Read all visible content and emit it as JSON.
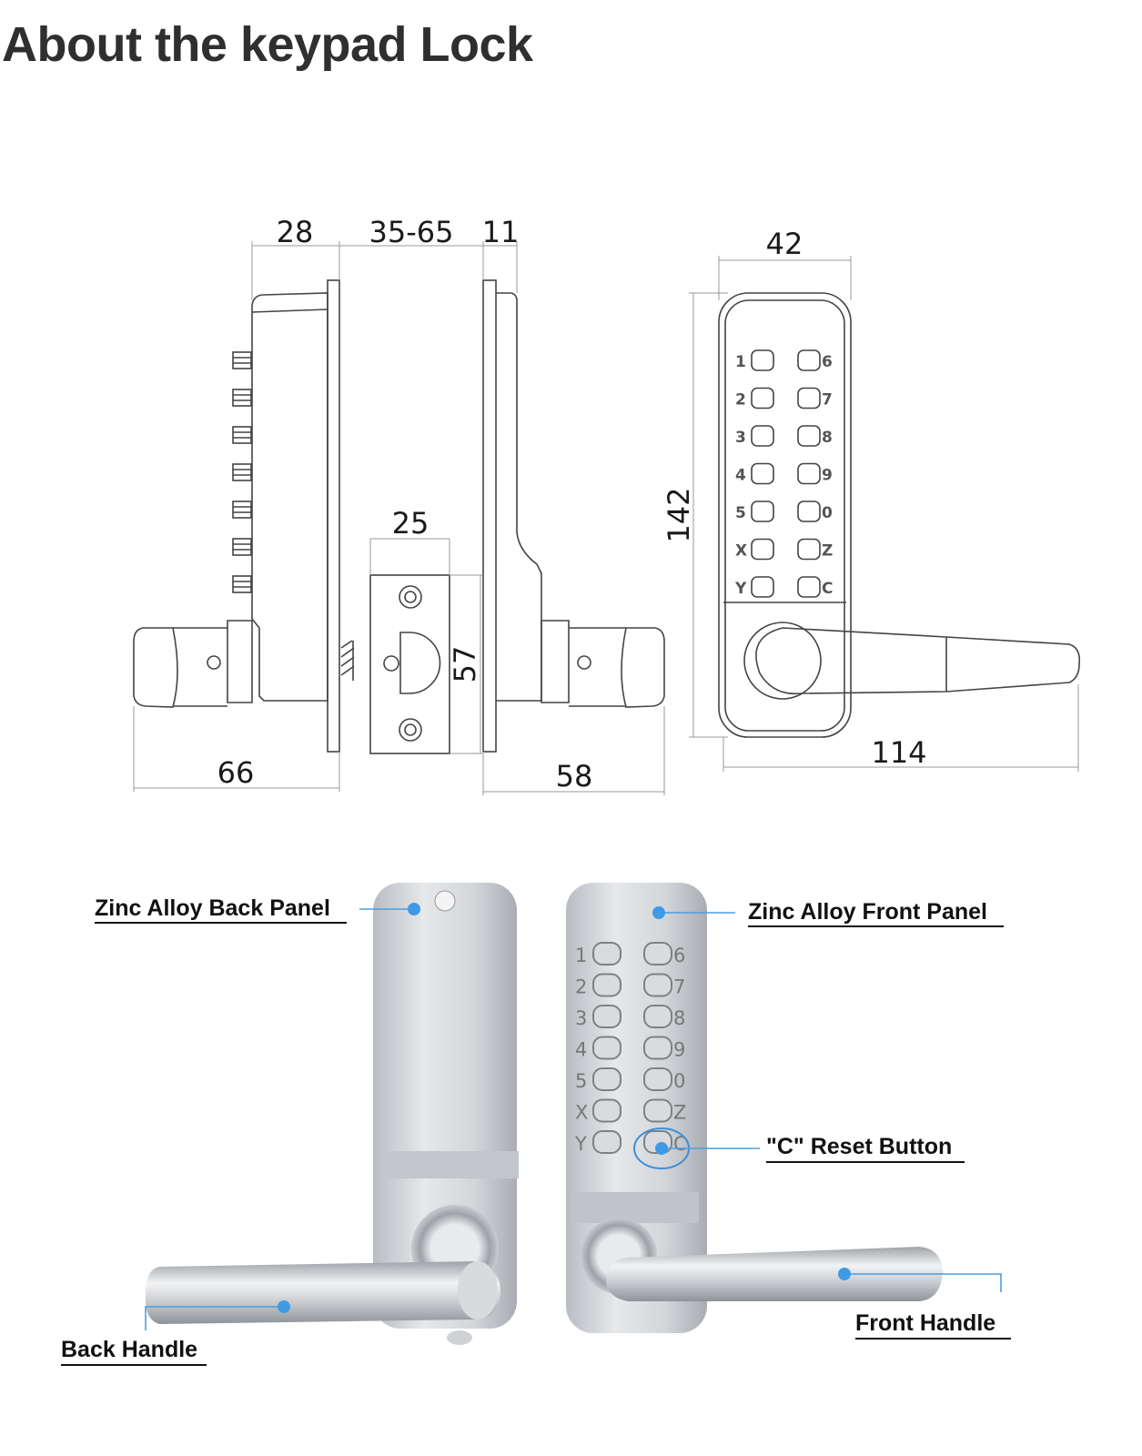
{
  "title": "About the keypad Lock",
  "dimensions": {
    "back_depth": "28",
    "door_thickness": "35-65",
    "front_plate": "11",
    "latch_width": "25",
    "latch_height": "57",
    "back_projection": "66",
    "front_projection": "58",
    "panel_width": "42",
    "panel_height": "142",
    "handle_length": "114"
  },
  "keypad": {
    "left_column": [
      "1",
      "2",
      "3",
      "4",
      "5",
      "X",
      "Y"
    ],
    "right_column": [
      "6",
      "7",
      "8",
      "9",
      "0",
      "Z",
      "C"
    ]
  },
  "callouts": {
    "back_panel": "Zinc Alloy Back Panel",
    "front_panel": "Zinc Alloy Front Panel",
    "reset_button": "\"C\" Reset Button",
    "front_handle": "Front  Handle",
    "back_handle": "Back Handle"
  },
  "colors": {
    "callout_accent": "#3f9ae6",
    "text": "#2f2f2f"
  }
}
